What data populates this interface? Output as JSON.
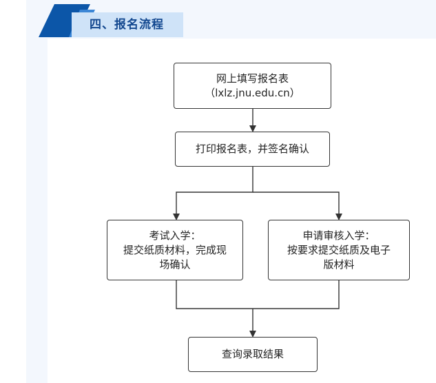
{
  "section": {
    "title": "四、报名流程"
  },
  "colors": {
    "banner_dark": "#0c56a8",
    "banner_light": "#cfe3f8",
    "title_text": "#12478f",
    "panel_bg": "#f3f7fd"
  },
  "flow": {
    "step1": {
      "line1": "网上填写报名表",
      "line2": "（lxlz.jnu.edu.cn）"
    },
    "step2": {
      "line1": "打印报名表，并签名确认"
    },
    "branch_left": {
      "line1": "考试入学：",
      "line2": "提交纸质材料，完成现",
      "line3": "场确认"
    },
    "branch_right": {
      "line1": "申请审核入学：",
      "line2": "按要求提交纸质及电子",
      "line3": "版材料"
    },
    "step_final": {
      "line1": "查询录取结果"
    }
  }
}
